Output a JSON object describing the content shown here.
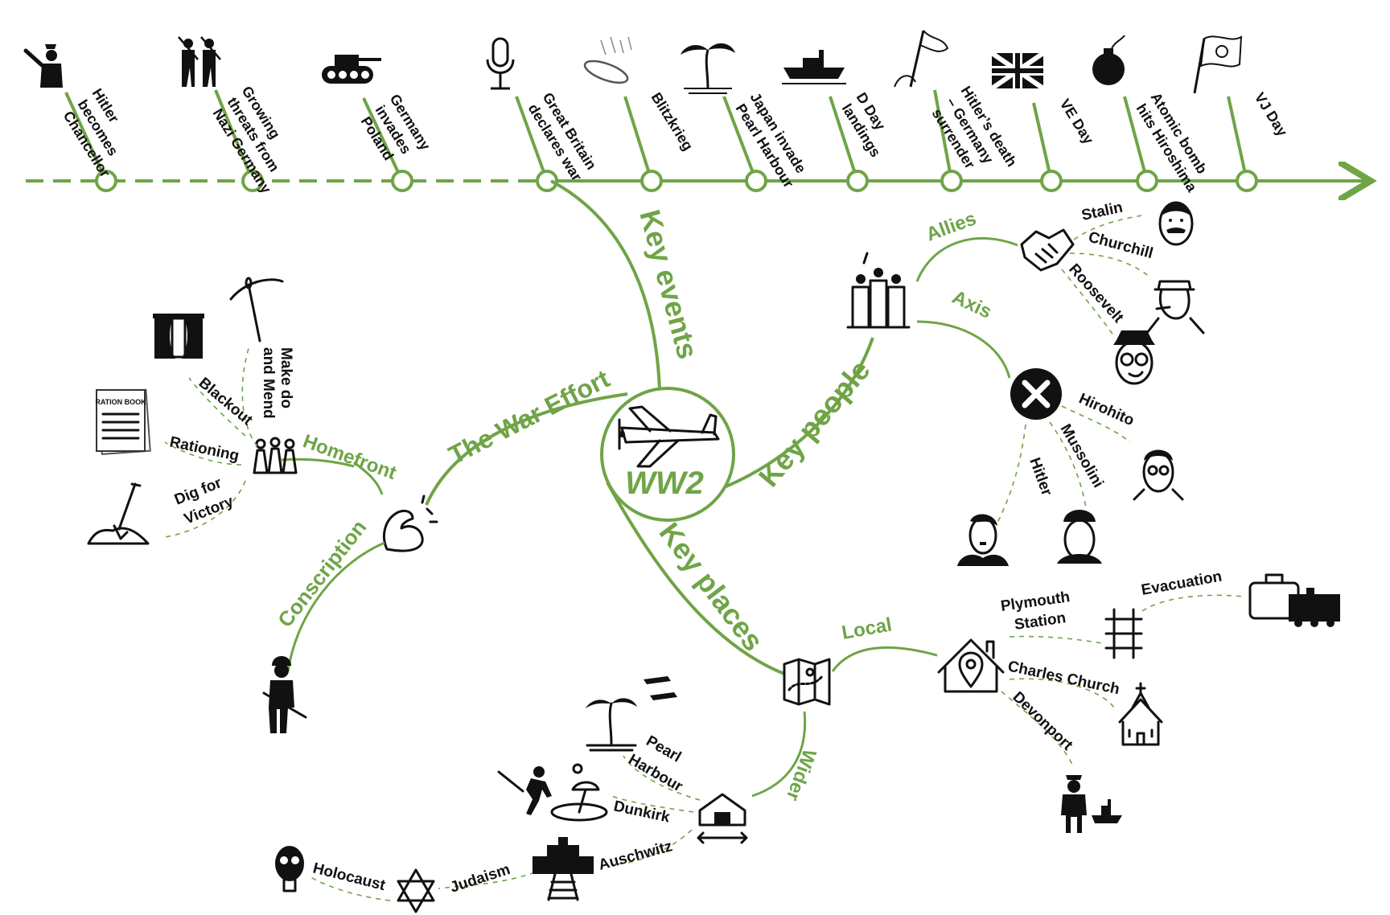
{
  "center": {
    "title": "WW2"
  },
  "branches": {
    "key_events": "Key events",
    "key_people": "Key people",
    "key_places": "Key places",
    "war_effort": "The War Effort"
  },
  "timeline": [
    {
      "line1": "Hitler",
      "line2": "becomes",
      "line3": "Chancellor",
      "icon": "saluting-figure-icon"
    },
    {
      "line1": "Growing",
      "line2": "threats from",
      "line3": "Nazi Germany",
      "icon": "soldiers-icon"
    },
    {
      "line1": "Germany",
      "line2": "invades",
      "line3": "Poland",
      "icon": "tank-icon"
    },
    {
      "line1": "Great Britain",
      "line2": "declares war",
      "line3": "",
      "icon": "microphone-icon"
    },
    {
      "line1": "Blitzkrieg",
      "line2": "",
      "line3": "",
      "icon": "bomb-falling-icon"
    },
    {
      "line1": "Japan invade",
      "line2": "Pearl Harbour",
      "line3": "",
      "icon": "palm-island-icon"
    },
    {
      "line1": "D Day",
      "line2": "landings",
      "line3": "",
      "icon": "warship-icon"
    },
    {
      "line1": "Hitler’s death",
      "line2": "– Germany",
      "line3": "surrender",
      "icon": "white-flag-icon"
    },
    {
      "line1": "VE Day",
      "line2": "",
      "line3": "",
      "icon": "union-flag-icon"
    },
    {
      "line1": "Atomic bomb",
      "line2": "hits Hiroshima",
      "line3": "",
      "icon": "bomb-icon"
    },
    {
      "line1": "VJ Day",
      "line2": "",
      "line3": "",
      "icon": "japan-flag-icon"
    }
  ],
  "people": {
    "allies": "Allies",
    "axis": "Axis",
    "stalin": "Stalin",
    "churchill": "Churchill",
    "roosevelt": "Roosevelt",
    "hirohito": "Hirohito",
    "mussolini": "Mussolini",
    "hitler": "Hitler"
  },
  "homefront": {
    "label": "Homefront",
    "conscription": "Conscription",
    "blackout": "Blackout",
    "make_do_1": "Make do",
    "make_do_2": "and Mend",
    "rationing": "Rationing",
    "dig_1": "Dig for",
    "dig_2": "Victory",
    "ration_book": "RATION BOOK"
  },
  "places": {
    "local": "Local",
    "wider": "Wider",
    "plymouth_1": "Plymouth",
    "plymouth_2": "Station",
    "evacuation": "Evacuation",
    "charles_church": "Charles Church",
    "devonport": "Devonport",
    "pearl_1": "Pearl",
    "pearl_2": "Harbour",
    "dunkirk": "Dunkirk",
    "auschwitz": "Auschwitz",
    "judaism": "Judaism",
    "holocaust": "Holocaust"
  },
  "colors": {
    "accent": "#6fa447",
    "ink": "#111111"
  }
}
